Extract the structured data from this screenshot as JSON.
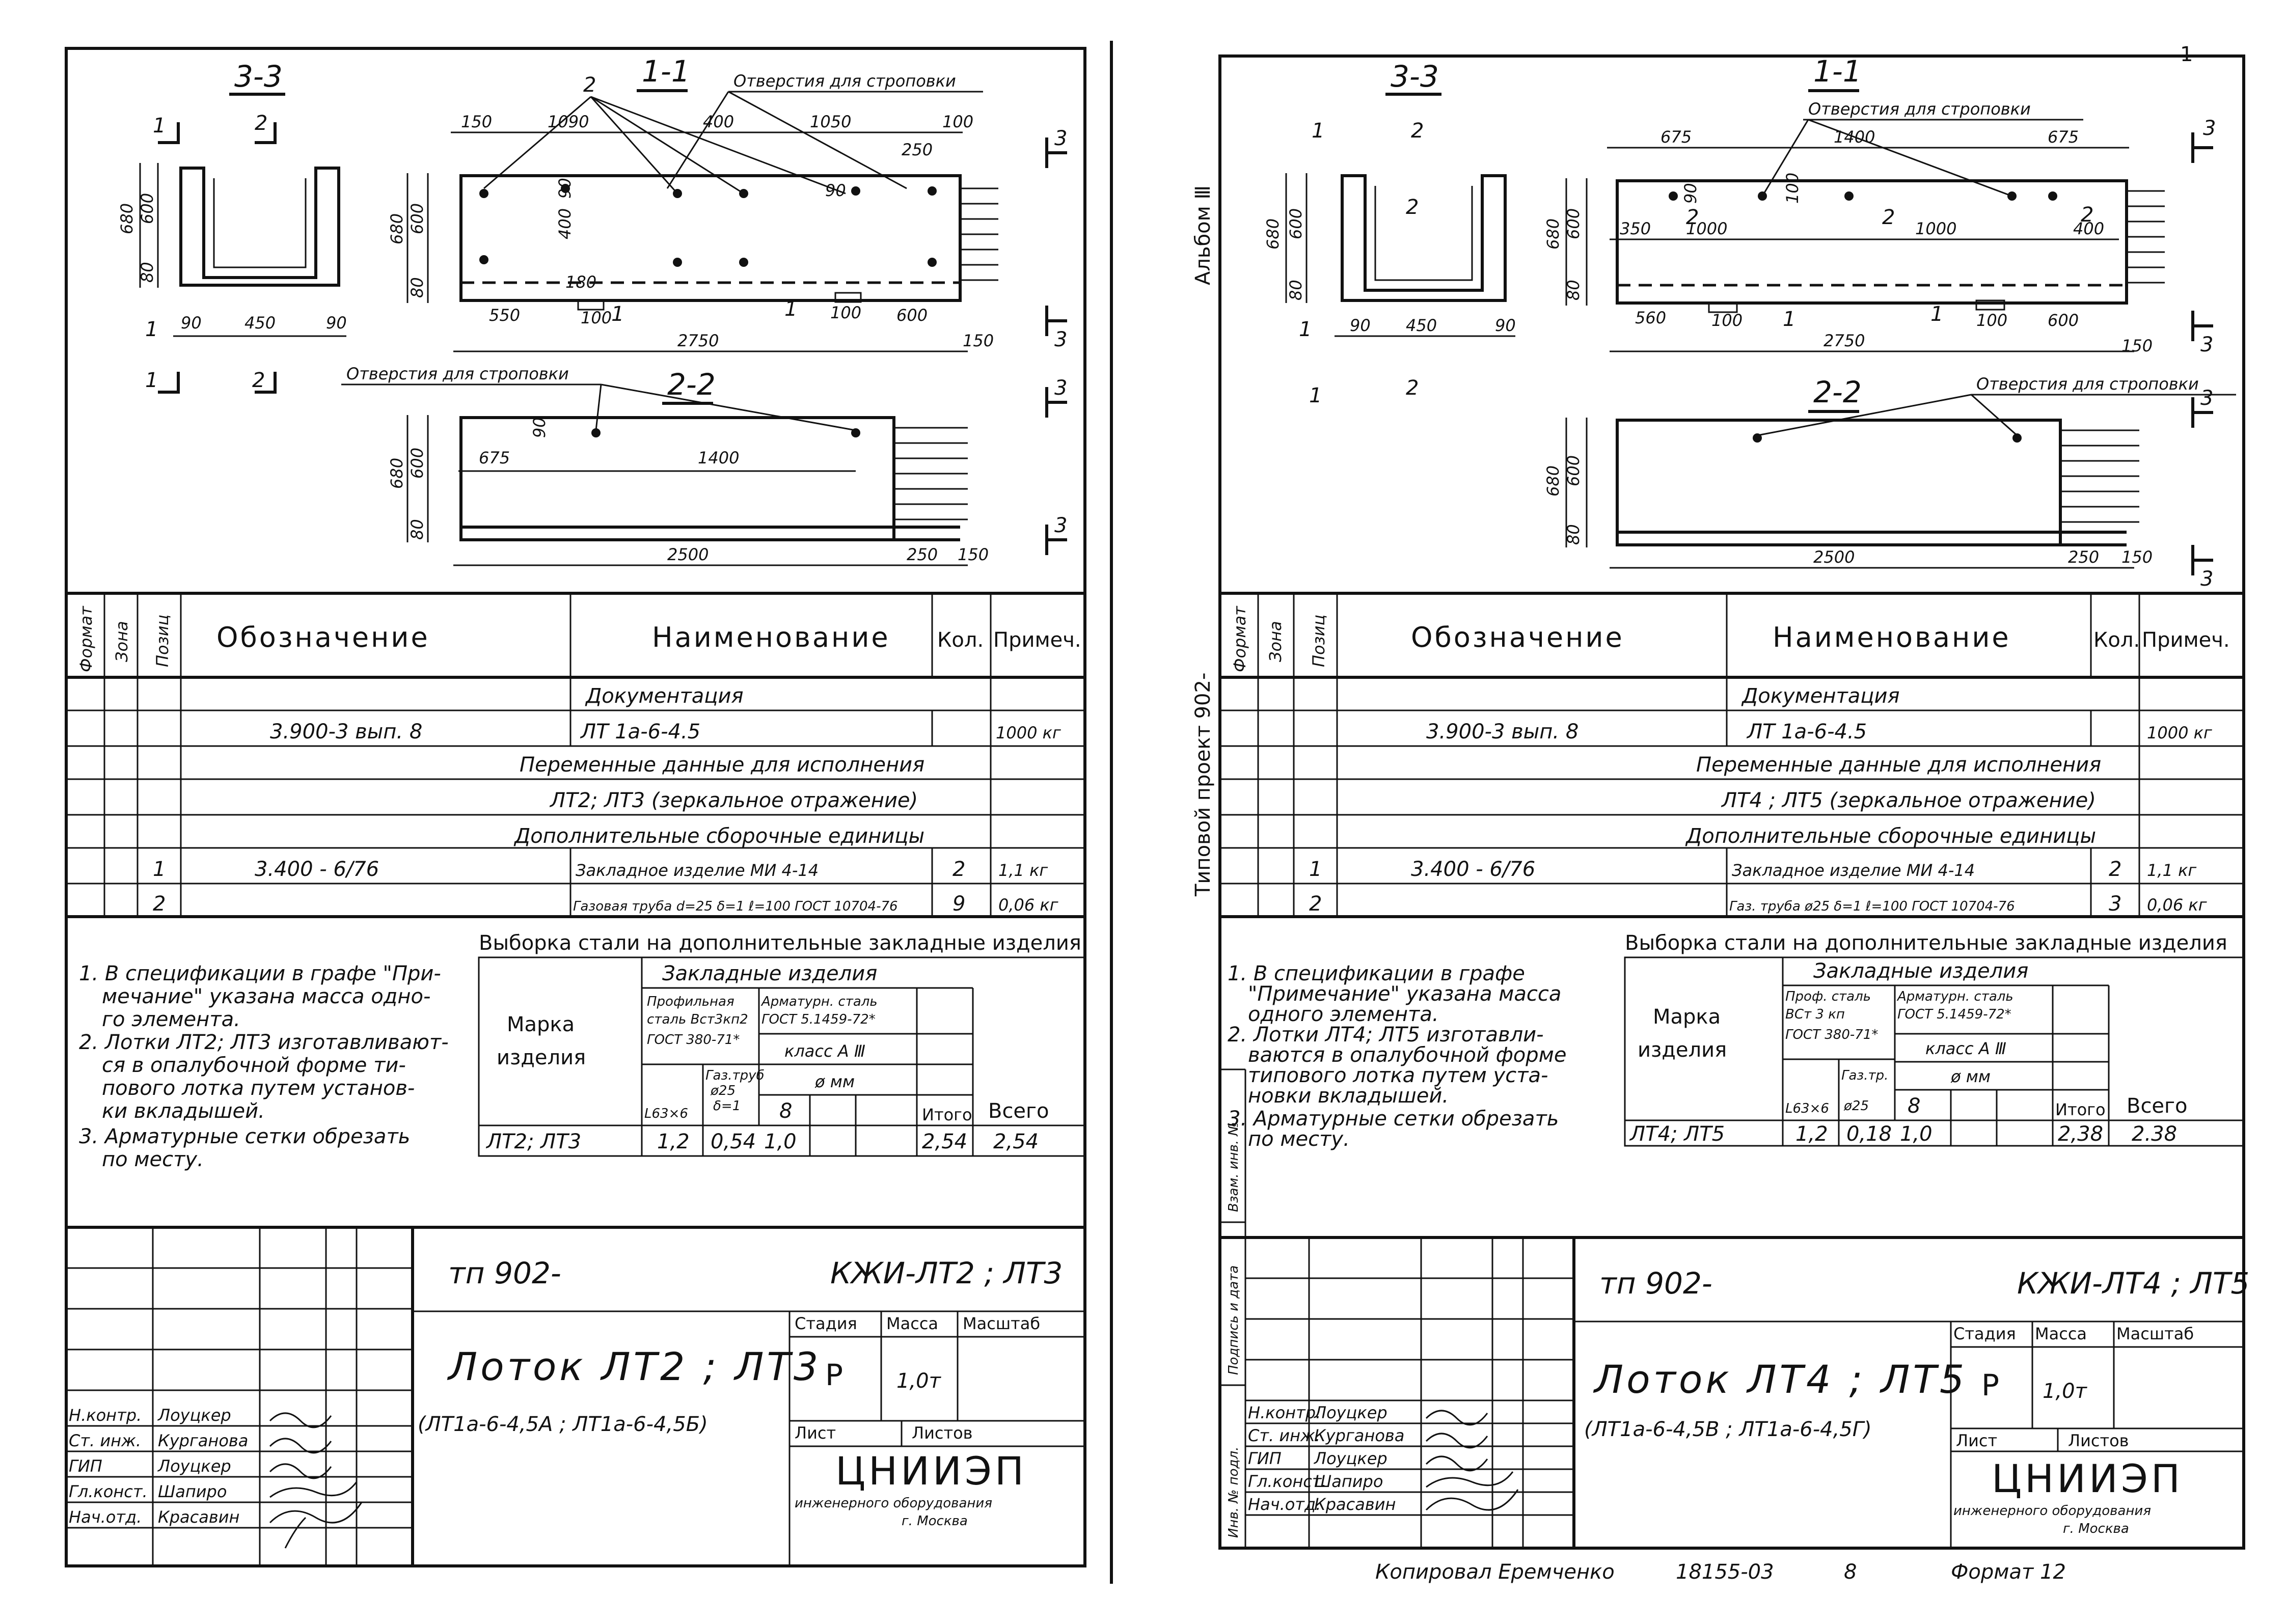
{
  "left": {
    "sec33": "3-3",
    "sec11": "1-1",
    "sec22": "2-2",
    "holes": "Отверстия для строповки",
    "holes2": "Отверстия для строповки",
    "n1": "1",
    "n2": "2",
    "n3": "3",
    "d": {
      "a150": "150",
      "a1090": "1090",
      "a400": "400",
      "a1050": "1050",
      "a100": "100",
      "a250": "250",
      "a90": "90",
      "a400b": "400",
      "a180": "180",
      "a680": "680",
      "a600": "600",
      "a80": "80",
      "a550": "550",
      "a600b": "600",
      "a2750": "2750",
      "a450": "450",
      "a675": "675",
      "a1400": "1400",
      "a2500": "2500"
    },
    "table": {
      "col_format": "Формат",
      "col_zone": "Зона",
      "col_pos": "Позиц",
      "col_desig": "Обозначение",
      "col_name": "Наименование",
      "col_qty": "Кол.",
      "col_note": "Примеч.",
      "r_doc": "Документация",
      "r1_desig": "3.900-3 вып. 8",
      "r1_name": "ЛТ 1а-6-4.5",
      "r1_note": "1000 кг",
      "r_var": "Переменные данные для исполнения",
      "r_var2": "ЛТ2; ЛТ3 (зеркальное отражение)",
      "r_add": "Дополнительные сборочные единицы",
      "r2_pos": "1",
      "r2_desig": "3.400 - 6/76",
      "r2_name": "Закладное изделие МИ 4-14",
      "r2_qty": "2",
      "r2_note": "1,1 кг",
      "r3_pos": "2",
      "r3_name": "Газовая труба d=25 δ=1 ℓ=100 ГОСТ 10704-76",
      "r3_qty": "9",
      "r3_note": "0,06 кг"
    },
    "notes": [
      "1. В спецификации в графе \"При-",
      "мечание\" указана масса одно-",
      "го элемента.",
      "2. Лотки ЛТ2; ЛТ3 изготавливают-",
      "ся в опалубочной форме ти-",
      "пового лотка путем установ-",
      "ки вкладышей.",
      "3. Арматурные сетки обрезать",
      "по месту."
    ],
    "steel": {
      "title": "Выборка стали на дополнительные закладные изделия",
      "mark1": "Марка",
      "mark2": "изделия",
      "emb": "Закладные изделия",
      "prof": [
        "Профильная",
        "сталь Вст3кп2",
        "ГОСТ 380-71*"
      ],
      "arm": [
        "Арматурн. сталь",
        "ГОСТ 5.1459-72*"
      ],
      "cls": "класс А Ⅲ",
      "dia": "ø мм",
      "l63": "L63×6",
      "gaz": [
        "Газ.труб",
        "ø25",
        "δ=1"
      ],
      "d8": "8",
      "itogo": "Итого",
      "vsego": "Всего",
      "row": [
        "ЛТ2; ЛТ3",
        "1,2",
        "0,54",
        "1,0",
        "2,54",
        "2,54"
      ]
    },
    "tb": {
      "code": "тп 902-",
      "kzh": "КЖИ-ЛТ2 ; ЛТ3",
      "title": "Лоток ЛТ2 ; ЛТ3",
      "sub": "(ЛТ1а-6-4,5А ; ЛТ1а-6-4,5Б)",
      "stage": "Стадия",
      "mass": "Масса",
      "scale": "Масштаб",
      "stage_v": "Р",
      "mass_v": "1,0т",
      "sheet": "Лист",
      "sheets": "Листов",
      "org": "ЦНИИЭП",
      "org2": "инженерного оборудования",
      "org3": "г. Москва",
      "roles": [
        "Н.контр.",
        "Ст. инж.",
        "ГИП",
        "Гл.конст.",
        "Нач.отд."
      ],
      "names": [
        "Лоуцкер",
        "Курганова",
        "Лоуцкер",
        "Шапиро",
        "Красавин"
      ]
    }
  },
  "right": {
    "sec33": "3-3",
    "sec11": "1-1",
    "sec22": "2-2",
    "holes": "Отверстия для строповки",
    "holes2": "Отверстия для строповки",
    "album": "Альбом Ⅲ",
    "proj": "Типовой проект  902-",
    "d": {
      "a675": "675",
      "a1400": "1400",
      "a675b": "675",
      "a90": "90",
      "a100": "100",
      "a350": "350",
      "a1000": "1000",
      "a1000b": "1000",
      "a400": "400",
      "a560": "560",
      "a600": "600",
      "a2750": "2750",
      "a150": "150",
      "a450": "450",
      "a2500": "2500",
      "a250": "250"
    },
    "table": {
      "r1_desig": "3.900-3  вып. 8",
      "r1_name": "ЛТ 1а-6-4.5",
      "r1_note": "1000 кг",
      "r_var2": "ЛТ4 ; ЛТ5 (зеркальное отражение)",
      "r2_desig": "3.400 - 6/76",
      "r2_name": "Закладное изделие МИ 4-14",
      "r2_qty": "2",
      "r2_note": "1,1 кг",
      "r3_name": "Газ. труба ø25 δ=1 ℓ=100 ГОСТ 10704-76",
      "r3_qty": "3",
      "r3_note": "0,06 кг"
    },
    "notes": [
      "1. В спецификации в графе",
      "\"Примечание\" указана масса",
      "одного элемента.",
      "2. Лотки ЛТ4; ЛТ5 изготавли-",
      "ваются в опалубочной форме",
      "типового лотка путем уста-",
      "новки вкладышей.",
      "3. Арматурные сетки обрезать",
      "по месту."
    ],
    "steel": {
      "prof": [
        "Проф. сталь",
        "ВСт 3 кп",
        "ГОСТ 380-71*"
      ],
      "arm": [
        "Арматурн. сталь",
        "ГОСТ 5.1459-72*"
      ],
      "gaz": [
        "Газ.тр.",
        "ø25"
      ],
      "row": [
        "ЛТ4; ЛТ5",
        "1,2",
        "0,18",
        "1,0",
        "2,38",
        "2.38"
      ]
    },
    "tb": {
      "code": "тп 902-",
      "kzh": "КЖИ-ЛТ4 ; ЛТ5",
      "title": "Лоток  ЛТ4 ; ЛТ5",
      "sub": "(ЛТ1а-6-4,5В ; ЛТ1а-6-4,5Г)",
      "mass_v": "1,0т"
    },
    "side": [
      "Инв. № подл.",
      "Подпись и дата",
      "Взам. инв. №"
    ]
  },
  "footer": {
    "copied": "Копировал  Еремченко",
    "num": "18155-03",
    "page": "8",
    "format": "Формат 12",
    "corner": "1"
  }
}
